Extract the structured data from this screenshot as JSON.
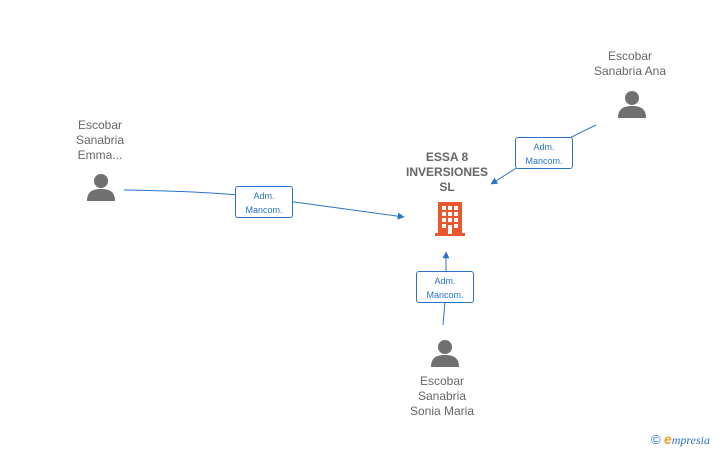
{
  "company": {
    "name_lines": [
      "ESSA 8",
      "INVERSIONES",
      "SL"
    ],
    "icon": "building-icon",
    "color": "#e8572d"
  },
  "persons": [
    {
      "id": "emma",
      "name_lines": [
        "Escobar",
        "Sanabria",
        "Emma..."
      ],
      "icon": "person-icon"
    },
    {
      "id": "ana",
      "name_lines": [
        "Escobar",
        "Sanabria Ana"
      ],
      "icon": "person-icon"
    },
    {
      "id": "sonia",
      "name_lines": [
        "Escobar",
        "Sanabria",
        "Sonia Maria"
      ],
      "icon": "person-icon"
    }
  ],
  "relations": [
    {
      "from": "emma",
      "to": "company",
      "label_lines": [
        "Adm.",
        "Mancom."
      ]
    },
    {
      "from": "ana",
      "to": "company",
      "label_lines": [
        "Adm.",
        "Mancom."
      ]
    },
    {
      "from": "sonia",
      "to": "company",
      "label_lines": [
        "Adm.",
        "Mancom."
      ]
    }
  ],
  "colors": {
    "edge": "#2a73c8",
    "node_text": "#666666",
    "person_icon": "#707070"
  },
  "footer": {
    "copyright_symbol": "©",
    "brand_first": "e",
    "brand_rest": "mpresia"
  }
}
